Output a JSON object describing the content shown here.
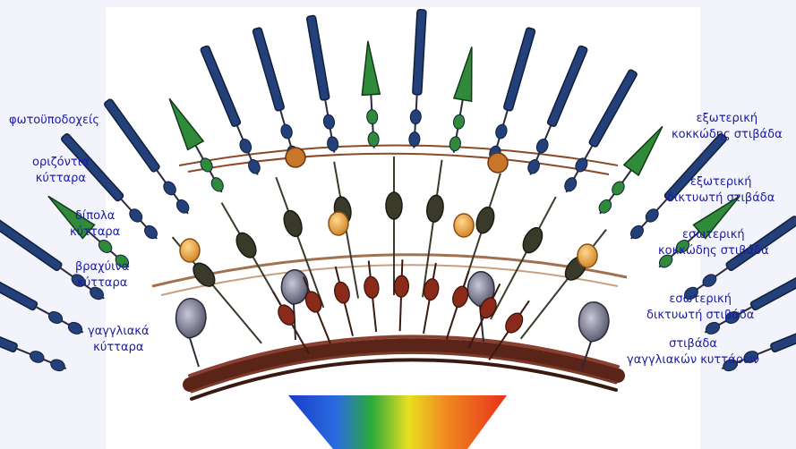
{
  "labels_left": {
    "photoreceptors": "φωτοϋποδοχείς",
    "horizontal_1": "οριζόντια",
    "horizontal_2": "κύτταρα",
    "bipolar_1": "δίπολα",
    "bipolar_2": "κύτταρα",
    "amacrine_1": "βραχύινα",
    "amacrine_2": "κύτταρα",
    "ganglion_1": "γαγγλιακά",
    "ganglion_2": "κύτταρα"
  },
  "labels_right": {
    "outer_nuclear_1": "εξωτερική",
    "outer_nuclear_2": "κοκκώδης στιβάδα",
    "outer_plexiform_1": "εξωτερική",
    "outer_plexiform_2": "δικτυωτή στιβάδα",
    "inner_nuclear_1": "εσωτερική",
    "inner_nuclear_2": "κοκκώδης στιβάδα",
    "inner_plexiform_1": "εσωτερική",
    "inner_plexiform_2": "δικτυωτή στιβάδα",
    "ganglion_layer_1": "στιβάδα",
    "ganglion_layer_2": "γαγγλιακών κυττάρων"
  },
  "colors": {
    "label_text": "#1a1aa8",
    "rod": "#23407a",
    "cone": "#2f8a3a",
    "bipolar": "#3a3a2a",
    "horizontal": "#c8762a",
    "amacrine": "#e8a040",
    "ganglion": "#6e6e88",
    "red_cell": "#8a2a1a",
    "fiber_layer": "#5a2418"
  }
}
